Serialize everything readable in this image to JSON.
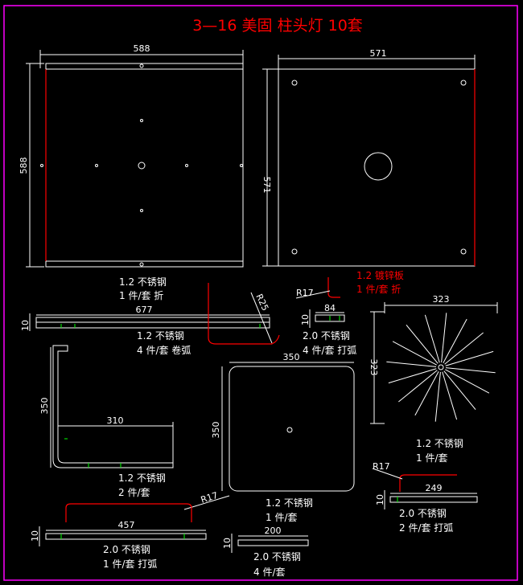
{
  "title": "3—16 美固 柱头灯 10套",
  "colors": {
    "frame": "#ff00ff",
    "line": "#ffffff",
    "accent": "#ff0000",
    "mark": "#00ff00"
  },
  "parts": [
    {
      "dims": [
        "588",
        "588"
      ],
      "material": "1.2 不锈钢",
      "qty": "1 件/套 折"
    },
    {
      "dims": [
        "571",
        "571"
      ],
      "material": "1.2 镀锌板",
      "qty": "1 件/套 折"
    },
    {
      "dims": [
        "677",
        "10",
        "R25"
      ],
      "material": "1.2 不锈钢",
      "qty": "4 件/套 卷弧"
    },
    {
      "dims": [
        "R17",
        "84",
        "10"
      ],
      "material": "2.0 不锈钢",
      "qty": "4 件/套 打弧"
    },
    {
      "dims": [
        "323",
        "323"
      ],
      "material": "1.2 不锈钢",
      "qty": "1 件/套"
    },
    {
      "dims": [
        "350",
        "310"
      ],
      "material": "1.2 不锈钢",
      "qty": "2 件/套"
    },
    {
      "dims": [
        "350",
        "350",
        "R17"
      ],
      "material": "1.2 不锈钢",
      "qty": "1 件/套"
    },
    {
      "dims": [
        "457",
        "10"
      ],
      "material": "2.0 不锈钢",
      "qty": "1 件/套 打弧"
    },
    {
      "dims": [
        "200",
        "10"
      ],
      "material": "2.0 不锈钢",
      "qty": "4 件/套"
    },
    {
      "dims": [
        "R17",
        "249",
        "10"
      ],
      "material": "2.0 不锈钢",
      "qty": "2 件/套 打弧"
    }
  ]
}
